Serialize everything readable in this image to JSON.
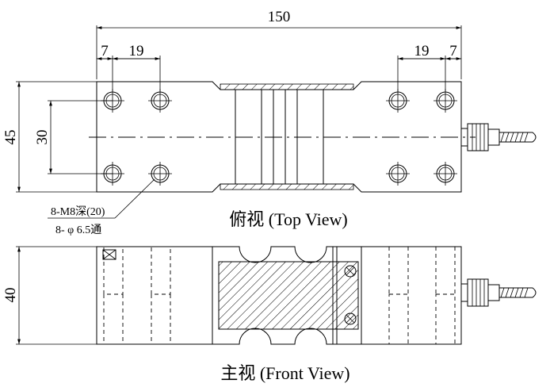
{
  "dimensions": {
    "total_length": "150",
    "hole_edge_left": "7",
    "hole_pitch_left": "19",
    "hole_pitch_right": "19",
    "hole_edge_right": "7",
    "width": "45",
    "hole_spacing_width": "30",
    "height": "40"
  },
  "callout": {
    "thread": "8-M8深(20)",
    "through": "8- φ 6.5通"
  },
  "captions": {
    "top_view": "俯视 (Top View)",
    "front_view": "主视 (Front View)"
  }
}
